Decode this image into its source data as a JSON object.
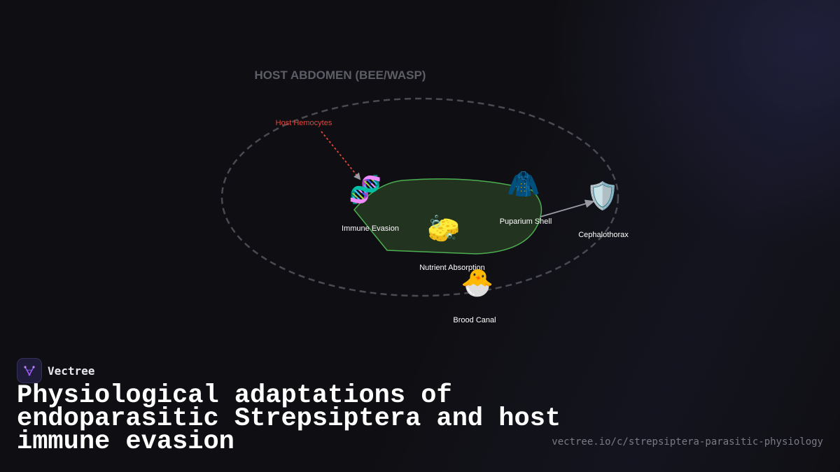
{
  "diagram": {
    "title": "HOST ABDOMEN (BEE/WASP)",
    "nodes": [
      {
        "id": "immune-evasion",
        "label": "Immune Evasion",
        "icon": "dna-icon",
        "glyph": "🧬"
      },
      {
        "id": "nutrient-absorption",
        "label": "Nutrient Absorption",
        "icon": "sponge-icon",
        "glyph": "🧽"
      },
      {
        "id": "puparium-shell",
        "label": "Puparium Shell",
        "icon": "coat-icon",
        "glyph": "🧥"
      },
      {
        "id": "cephalothorax",
        "label": "Cephalothorax",
        "icon": "shield-icon",
        "glyph": "🛡️"
      },
      {
        "id": "brood-canal",
        "label": "Brood Canal",
        "icon": "hatching-chick-icon",
        "glyph": "🐣"
      }
    ],
    "host_hemocytes_label": "Host Hemocytes",
    "colors": {
      "hemocyte_arrow": "#e0463d",
      "body_fill": "#22331f",
      "body_stroke": "#4caf50",
      "host_outline": "#4a4a52",
      "connector_arrow": "#9a9aa2"
    }
  },
  "brand": {
    "name": "Vectree",
    "logo_icon": "vectree-logo-icon"
  },
  "page": {
    "title": "Physiological adaptations of endoparasitic Strepsiptera and host immune evasion",
    "source_url": "vectree.io/c/strepsiptera-parasitic-physiology"
  }
}
